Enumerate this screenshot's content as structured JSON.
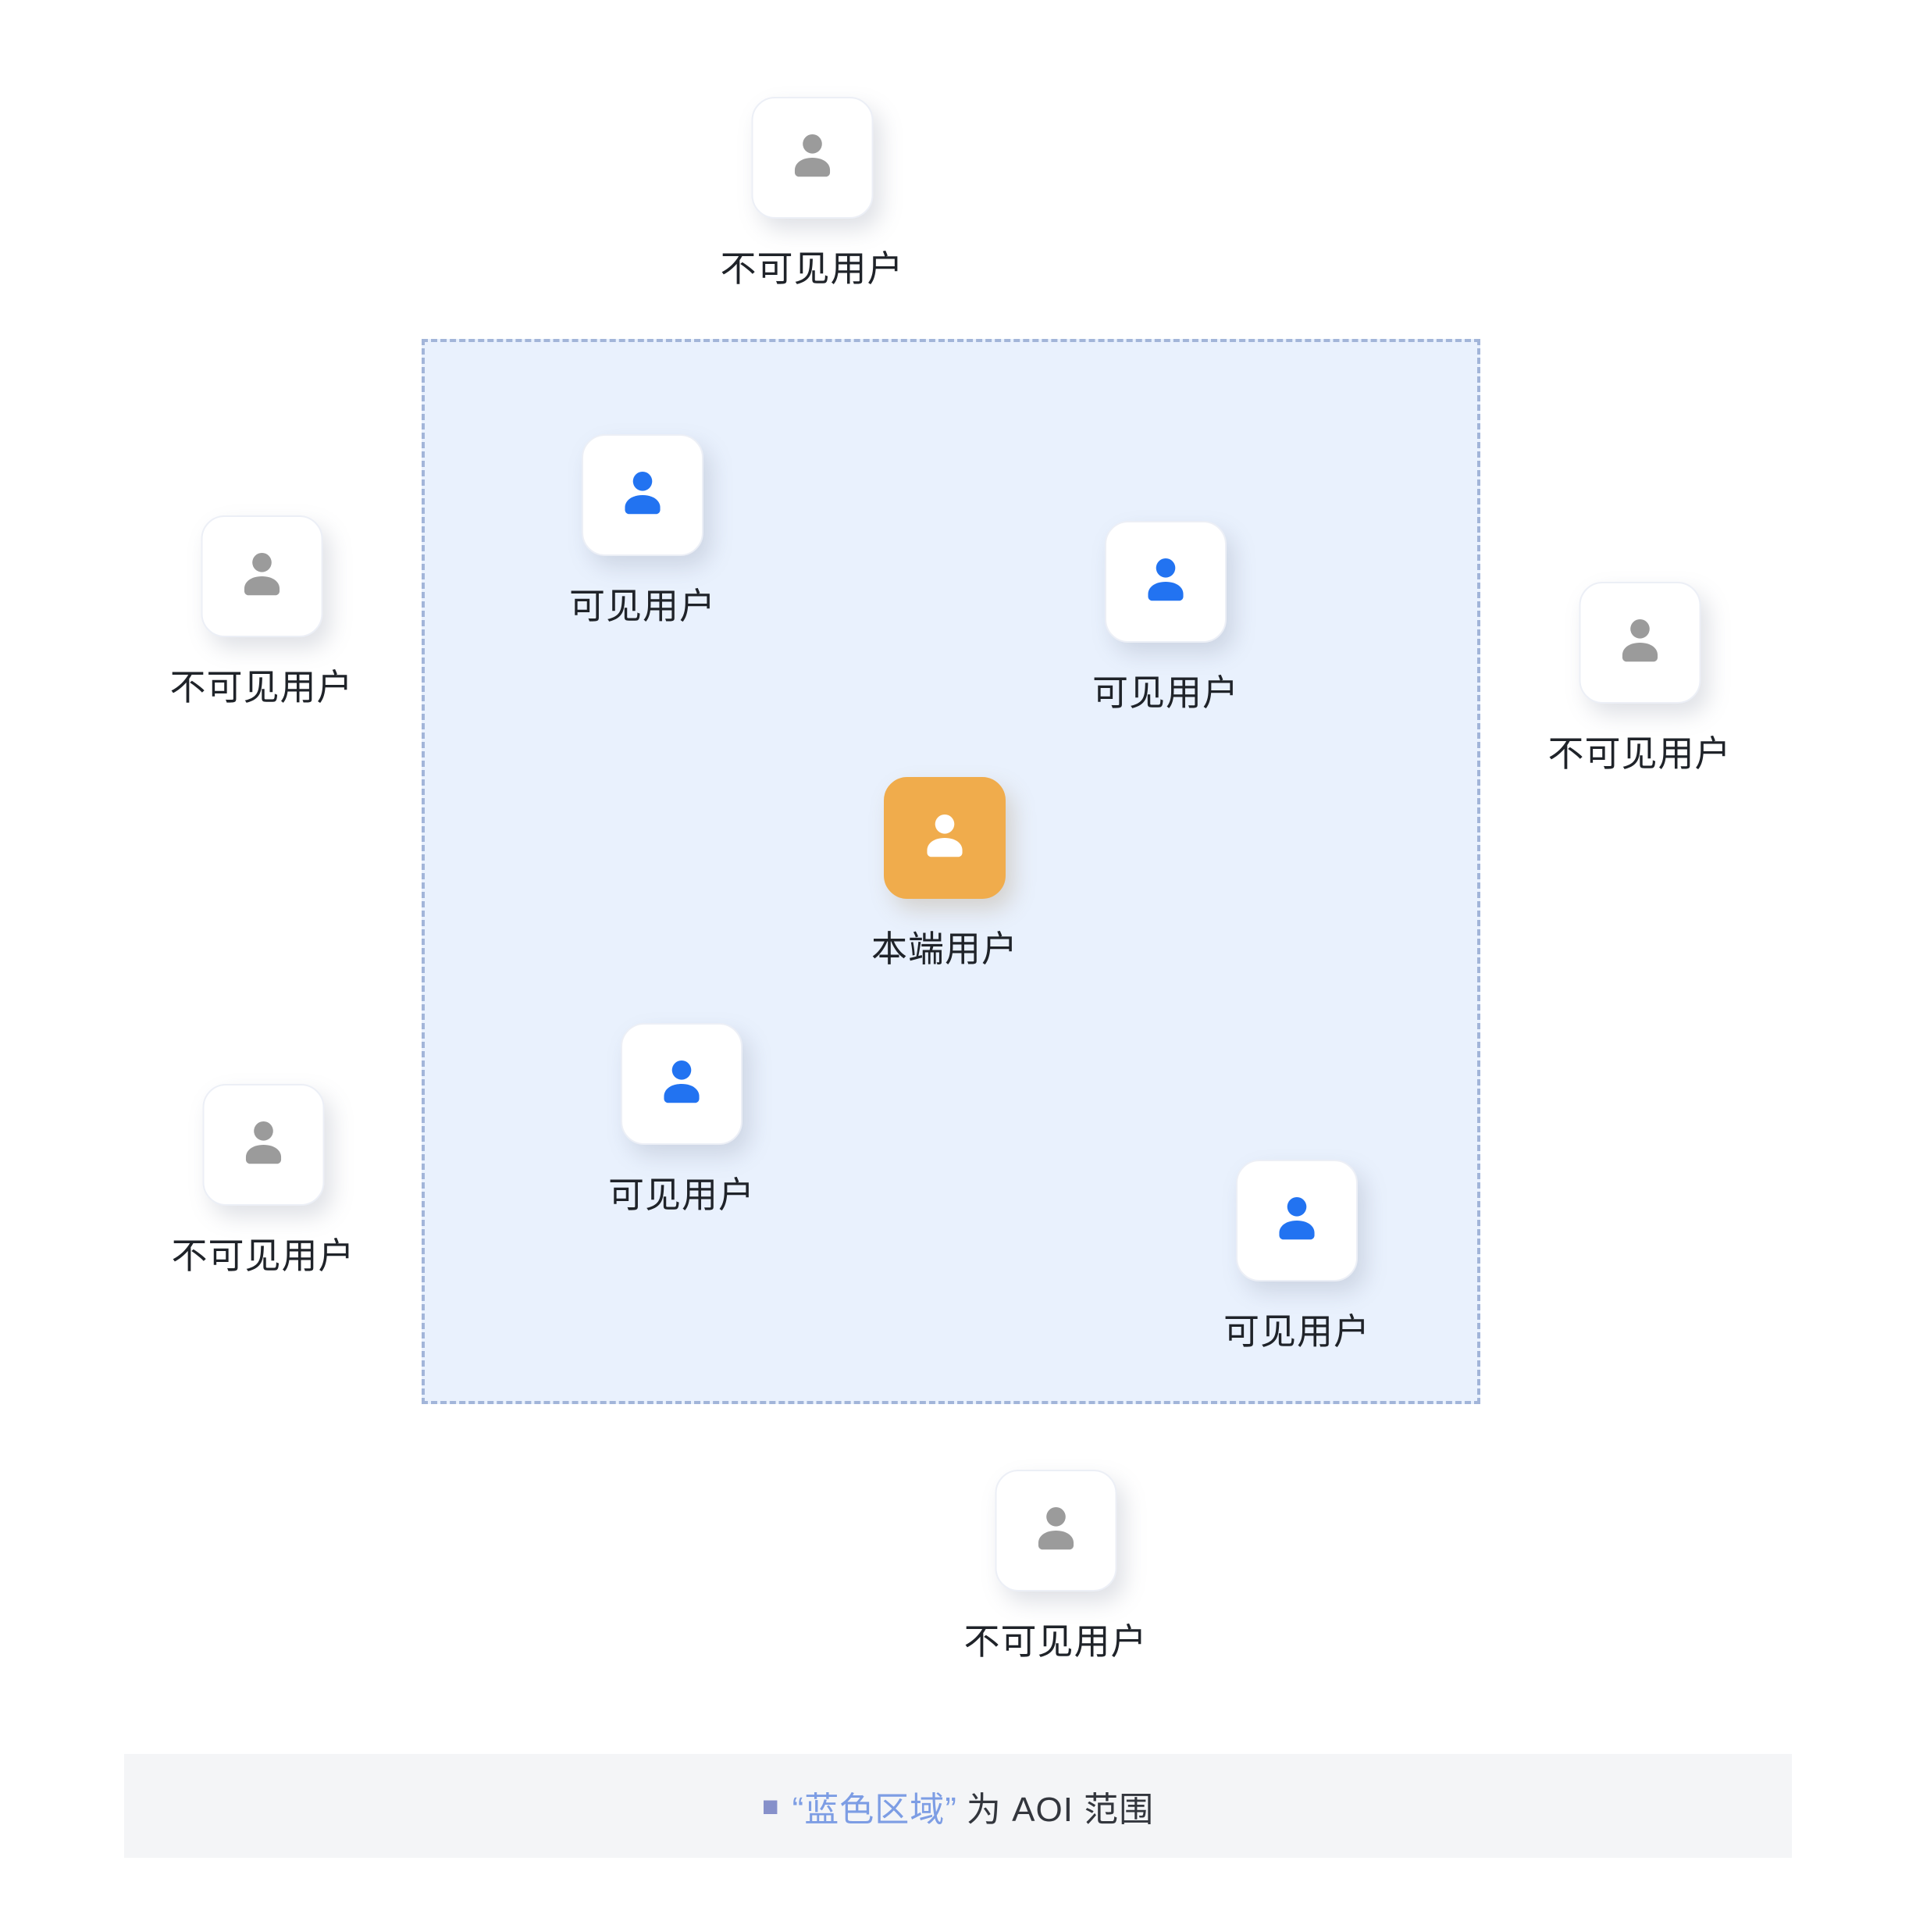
{
  "users": [
    {
      "id": "invisible-top",
      "type": "invisible",
      "label": "不可见用户"
    },
    {
      "id": "visible-top-left",
      "type": "visible",
      "label": "可见用户"
    },
    {
      "id": "visible-top-right",
      "type": "visible",
      "label": "可见用户"
    },
    {
      "id": "invisible-left-upper",
      "type": "invisible",
      "label": "不可见用户"
    },
    {
      "id": "invisible-right",
      "type": "invisible",
      "label": "不可见用户"
    },
    {
      "id": "local",
      "type": "local",
      "label": "本端用户"
    },
    {
      "id": "visible-bottom-left",
      "type": "visible",
      "label": "可见用户"
    },
    {
      "id": "invisible-left-lower",
      "type": "invisible",
      "label": "不可见用户"
    },
    {
      "id": "visible-bottom-right",
      "type": "visible",
      "label": "可见用户"
    },
    {
      "id": "invisible-bottom",
      "type": "invisible",
      "label": "不可见用户"
    }
  ],
  "legend": {
    "marker": "■",
    "highlight": "“蓝色区域”",
    "rest": "为 AOI 范围"
  },
  "colors": {
    "visible_icon": "#2273f1",
    "invisible_icon": "#9b9b9b",
    "local_card": "#f0ac4c",
    "aoi_fill": "#e9f1fd",
    "aoi_border": "#a2b5d9",
    "legend_bg": "#f4f5f7",
    "legend_marker": "#8690ca",
    "legend_highlight": "#7d9de4"
  }
}
